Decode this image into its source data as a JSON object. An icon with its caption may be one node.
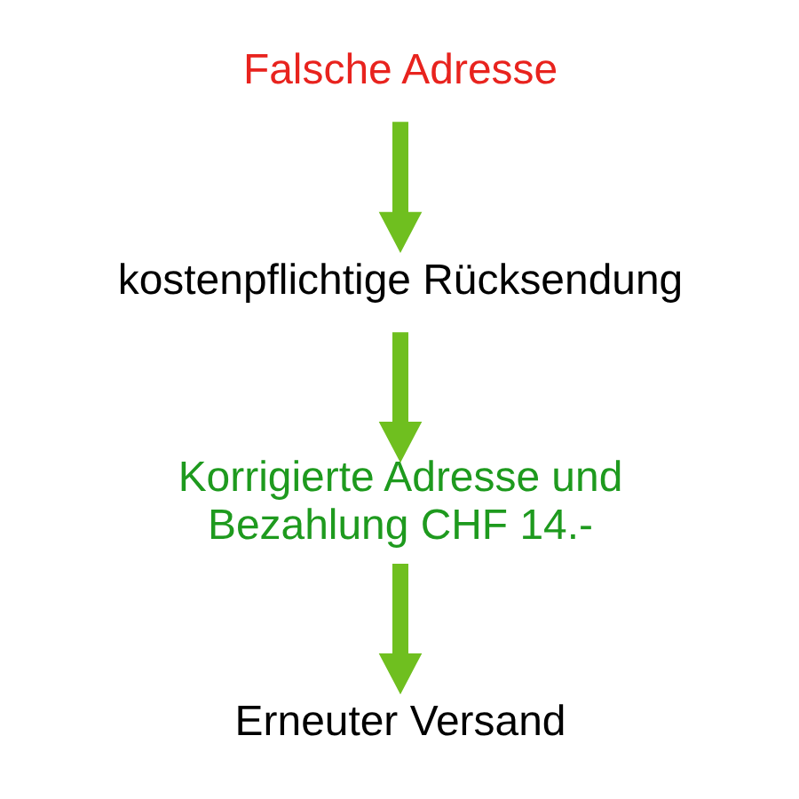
{
  "diagram": {
    "nodes": [
      {
        "text": [
          "Falsche Adresse"
        ]
      },
      {
        "text": [
          "kostenpflichtige Rücksendung"
        ]
      },
      {
        "text": [
          "Korrigierte Adresse und Bezahlung CHF 14.-"
        ]
      },
      {
        "text": [
          "Erneuter Versand"
        ]
      }
    ],
    "edges": [
      {
        "from": 0,
        "to": 1,
        "arrow": "to"
      },
      {
        "from": 1,
        "to": 2,
        "arrow": "to"
      },
      {
        "from": 2,
        "to": 3,
        "arrow": "to"
      }
    ]
  }
}
